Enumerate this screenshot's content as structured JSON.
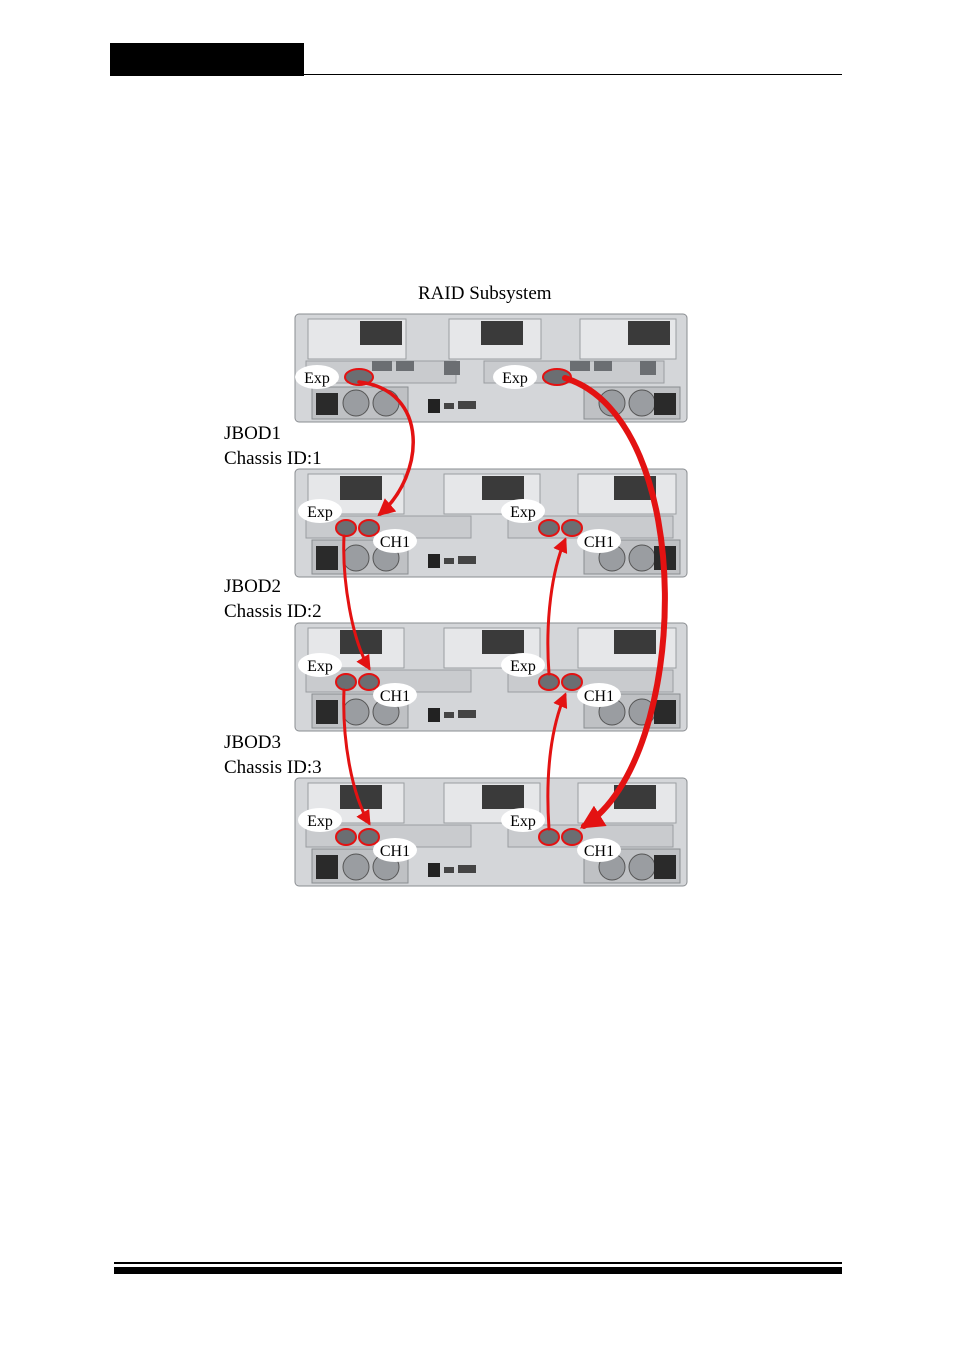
{
  "diagram": {
    "title": "RAID Subsystem",
    "port_labels": {
      "exp": "Exp",
      "ch1": "CH1"
    },
    "jbods": [
      {
        "name": "JBOD1",
        "chassis_id": "Chassis ID:1"
      },
      {
        "name": "JBOD2",
        "chassis_id": "Chassis ID:2"
      },
      {
        "name": "JBOD3",
        "chassis_id": "Chassis ID:3"
      }
    ],
    "colors": {
      "cable": "#e31212",
      "chassis": "#d4d6d9",
      "panel": "#e6e7e9",
      "grill": "#3a3a3a"
    }
  }
}
